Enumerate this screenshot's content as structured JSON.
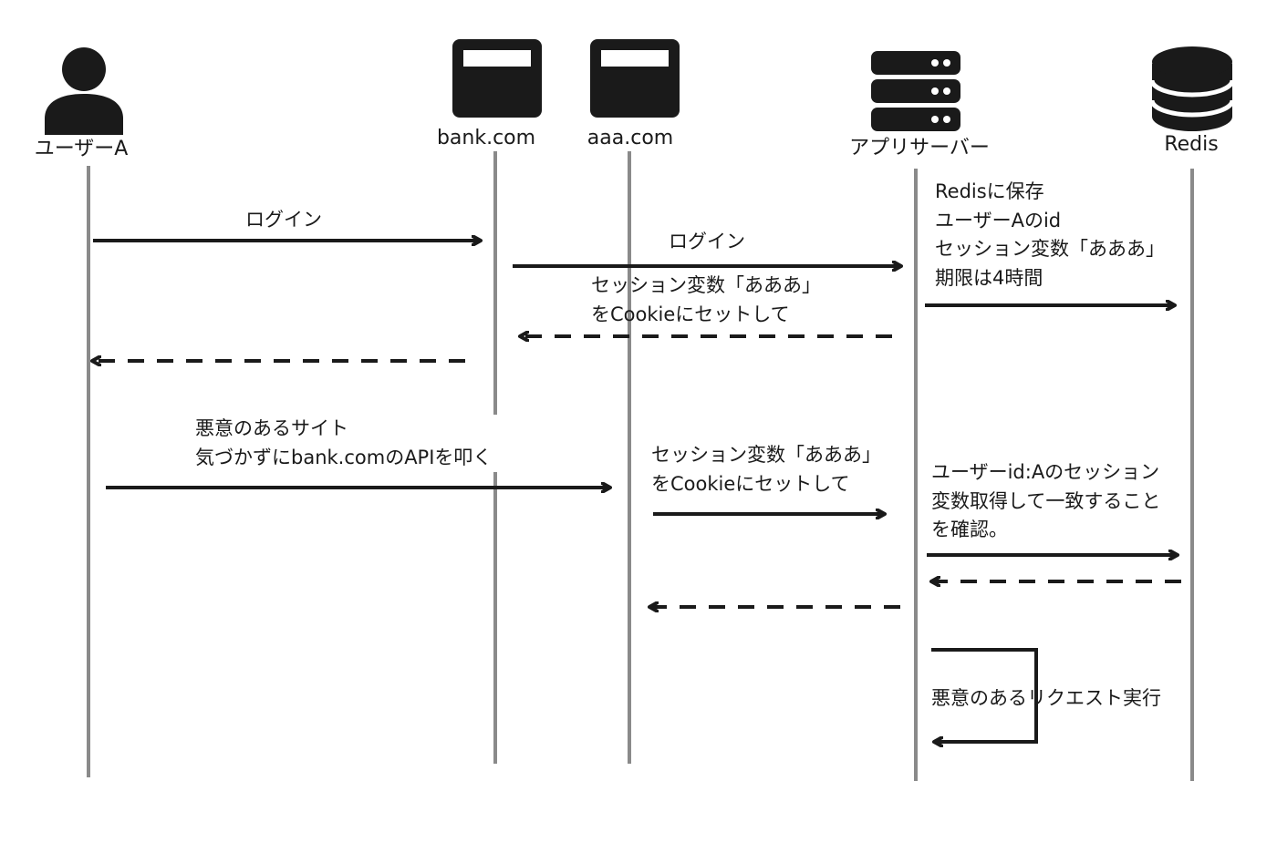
{
  "actors": [
    {
      "id": "user-a",
      "label": "ユーザーA",
      "icon": "person-icon"
    },
    {
      "id": "bank",
      "label": "bank.com",
      "icon": "browser-window-icon"
    },
    {
      "id": "aaa",
      "label": "aaa.com",
      "icon": "browser-window-icon"
    },
    {
      "id": "app-server",
      "label": "アプリサーバー",
      "icon": "server-icon"
    },
    {
      "id": "redis",
      "label": "Redis",
      "icon": "database-icon"
    }
  ],
  "messages": {
    "login_user": "ログイン",
    "login_bank": "ログイン",
    "set_cookie_1": "セッション変数「あああ」\nをCookieにセットして",
    "redis_save": "Redisに保存\nユーザーAのid\nセッション変数「あああ」\n期限は4時間",
    "malicious_site": "悪意のあるサイト\n気づかずにbank.comのAPIを叩く",
    "set_cookie_2": "セッション変数「あああ」\nをCookieにセットして",
    "verify_session": "ユーザーid:Aのセッション\n変数取得して一致すること\nを確認。",
    "execute_request": "悪意のあるリクエスト実行"
  },
  "colors": {
    "lifeline": "#8a8a8a",
    "arrow": "#1a1a1a",
    "icon": "#1a1a1a",
    "text": "#1a1a1a",
    "background": "#ffffff"
  }
}
